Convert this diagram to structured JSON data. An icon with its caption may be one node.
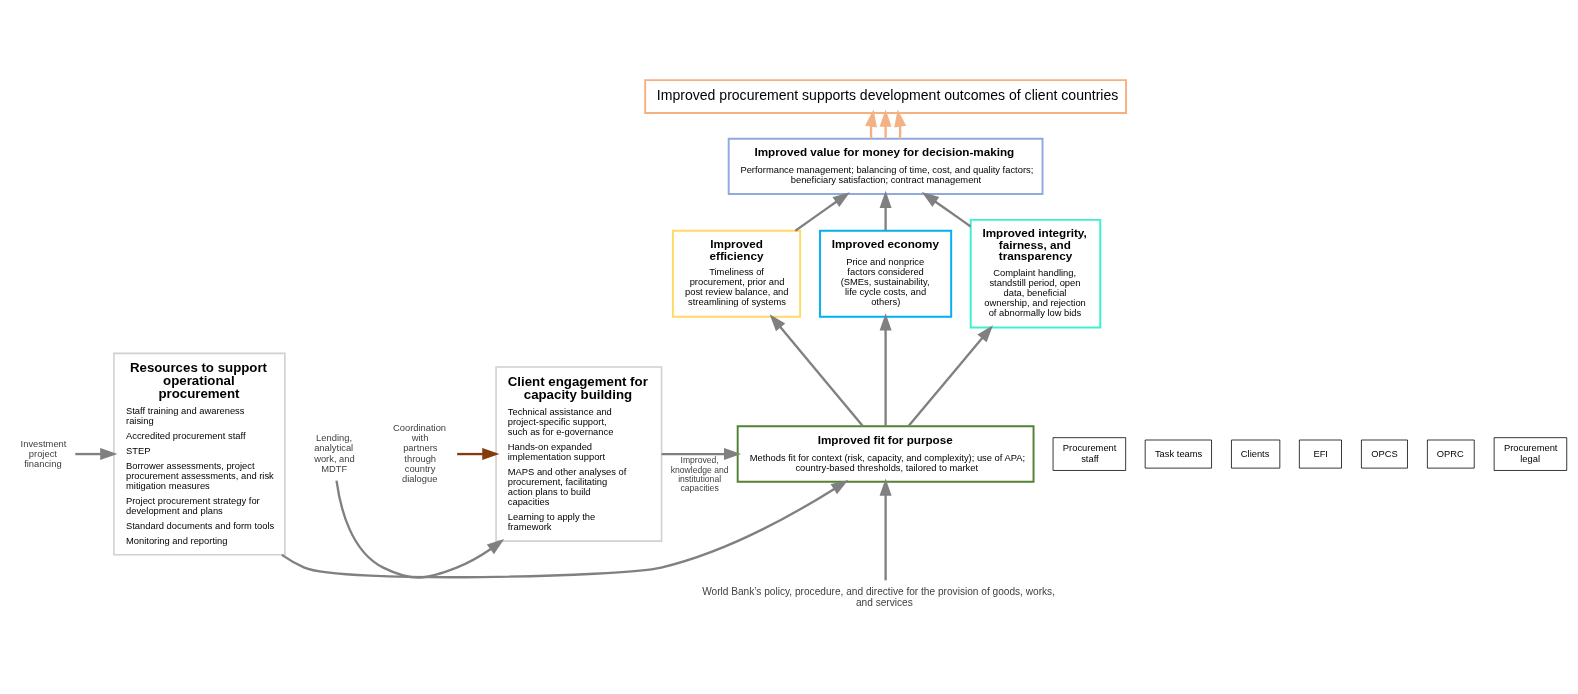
{
  "diagram": {
    "nodes": [
      {
        "text": [
          "Improved procurement supports development outcomes of client countries"
        ]
      },
      {
        "text": [
          "Procurement staff"
        ]
      },
      {
        "text": [
          "Task teams"
        ]
      },
      {
        "text": [
          "Investment project financing"
        ]
      },
      {
        "text": [
          "Clients"
        ]
      },
      {
        "text": [
          "EFI"
        ]
      },
      {
        "text": [
          "OPCS"
        ]
      },
      {
        "text": [
          "OPRC"
        ]
      },
      {
        "text": [
          "Procurement legal"
        ]
      },
      {
        "text": [
          "Resources to support operational procurement",
          "Staff training and awareness raising",
          "Accredited procurement staff",
          "STEP",
          "Borrower assessments, project procurement assessments, and risk mitigation measures",
          "Project procurement strategy for development and plans",
          "Standard documents and form tools",
          "Monitoring and reporting"
        ]
      },
      {
        "text": [
          "Improved value for money for decision-making",
          "Performance management; balancing of time, cost, and quality factors; beneficiary satisfaction; contract management"
        ]
      },
      {
        "text": [
          "Improved efficiency",
          "Timeliness of procurement, prior and post review balance, and streamlining of systems"
        ]
      },
      {
        "text": [
          "Improved economy",
          "Price and nonprice factors considered (SMEs, sustainability, life cycle costs, and others)"
        ]
      },
      {
        "text": [
          "Improved integrity, fairness, and transparency",
          "Complaint handling, standstill period, open data, beneficial ownership, and rejection of abnormally low bids"
        ]
      },
      {
        "text": [
          "Improved fit for purpose",
          "Methods fit for context (risk, capacity, and complexity); use of APA; country-based thresholds, tailored to market"
        ]
      },
      {
        "text": [
          "Client engagement for capacity building",
          "Technical assistance and project-specific support, such as for e-governance",
          "Hands-on expanded implementation support",
          "MAPS and other analyses of procurement, facilitating action plans to build capacities",
          "Learning to apply the framework"
        ]
      },
      {
        "text": [
          "Lending, analytical work, and MDTF"
        ]
      },
      {
        "text": [
          "Coordination with partners through country dialogue"
        ]
      },
      {
        "text": [
          "World Bank’s policy, procedure, and directive for the provision of goods, works, and services"
        ]
      }
    ],
    "edges": [
      {
        "from": 10,
        "to": 0,
        "arrow": "to",
        "color": "#f4b183"
      },
      {
        "from": 10,
        "to": 0,
        "arrow": "to",
        "color": "#f4b183"
      },
      {
        "from": 10,
        "to": 0,
        "arrow": "to",
        "color": "#f4b183"
      },
      {
        "from": 11,
        "to": 10,
        "arrow": "to"
      },
      {
        "from": 12,
        "to": 10,
        "arrow": "to"
      },
      {
        "from": 13,
        "to": 10,
        "arrow": "to"
      },
      {
        "from": 14,
        "to": 11,
        "arrow": "to"
      },
      {
        "from": 14,
        "to": 12,
        "arrow": "to"
      },
      {
        "from": 14,
        "to": 13,
        "arrow": "to"
      },
      {
        "from": 18,
        "to": 14,
        "arrow": "to"
      },
      {
        "from": 3,
        "to": 9,
        "arrow": "to"
      },
      {
        "from": 9,
        "to": 14,
        "arrow": "to"
      },
      {
        "from": 15,
        "to": 14,
        "arrow": "to",
        "label": "Improved, knowledge and institutional capacities"
      },
      {
        "from": 16,
        "to": 15,
        "arrow": "to"
      },
      {
        "from": 17,
        "to": 15,
        "arrow": "to",
        "color": "#843c0c"
      }
    ]
  }
}
